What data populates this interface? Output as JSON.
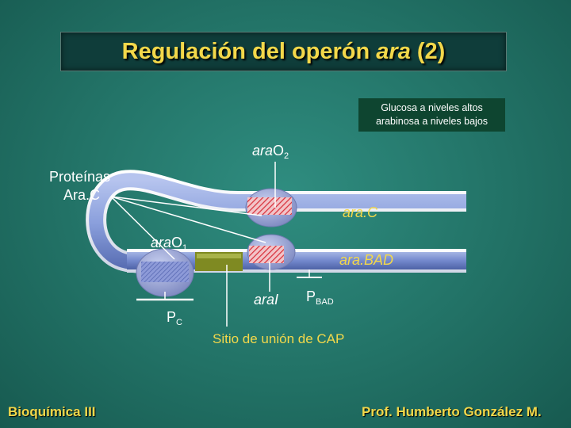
{
  "title": {
    "prefix": "Regulación del operón ",
    "gene": "ara",
    "suffix": " (2)"
  },
  "conditions": [
    "Glucosa a niveles altos",
    "arabinosa a niveles bajos"
  ],
  "labels": {
    "araO2": {
      "base": "ara",
      "mid": "O",
      "sub": "2"
    },
    "proteinas_line1": "Proteínas",
    "proteinas_line2": "Ara.C",
    "araC": "ara.C",
    "araO1": {
      "base": "ara",
      "mid": "O",
      "sub": "1"
    },
    "araBAD": "ara.BAD",
    "araI": "araI",
    "PBAD": {
      "base": "P",
      "sub": "BAD"
    },
    "PC": {
      "base": "P",
      "sub": "C"
    },
    "cap_site": "Sitio de unión de CAP"
  },
  "footer": {
    "left": "Bioquímica III",
    "right": "Prof. Humberto González M."
  },
  "colors": {
    "title": "#f3d84a",
    "dna": "#8aa0d8",
    "protein": "#9aa6d4",
    "cap_site": "#7f8a22",
    "hatch": "#d8323c"
  }
}
